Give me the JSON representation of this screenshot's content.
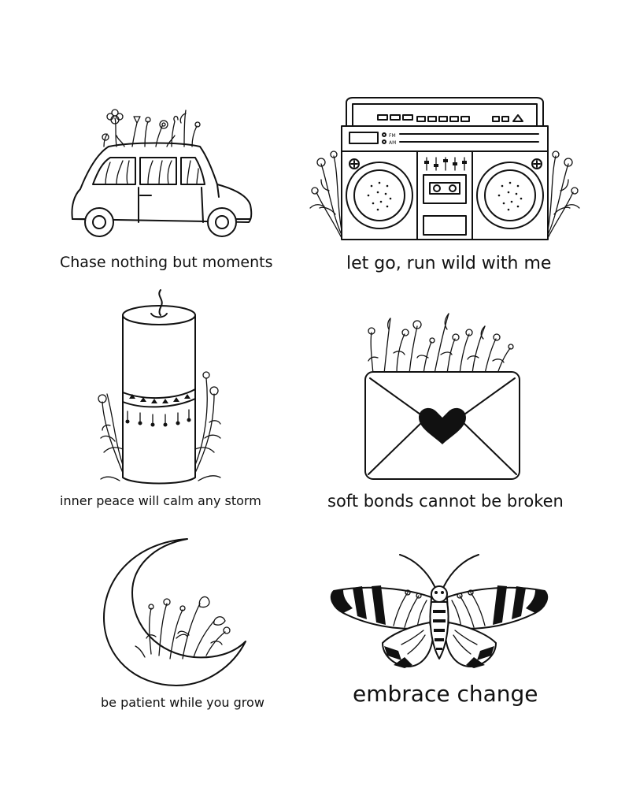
{
  "captions": {
    "car": "Chase nothing but moments",
    "boombox": "let go, run wild with me",
    "candle": "inner peace will calm any storm",
    "envelope": "soft bonds cannot be broken",
    "moon": "be patient while you grow",
    "moth": "embrace change"
  },
  "boombox_band": {
    "fm": "FM",
    "am": "AM"
  },
  "icons": [
    "car-with-flowers",
    "boombox-with-flowers",
    "candle-with-flowers",
    "envelope-with-heart",
    "moon-with-flowers",
    "moth"
  ],
  "colors": {
    "ink": "#111111",
    "paper": "#ffffff"
  }
}
